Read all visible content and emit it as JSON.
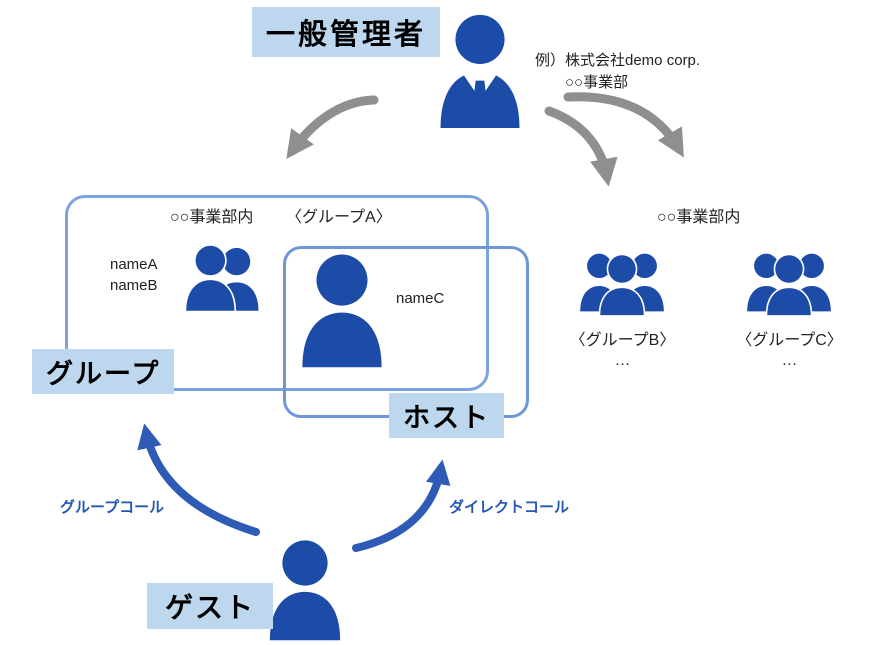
{
  "admin": {
    "label": "一般管理者",
    "note": [
      "例）株式会社demo corp.",
      "○○事業部"
    ]
  },
  "group_a": {
    "division": "○○事業部内",
    "name": "〈グループA〉",
    "members": [
      "nameA",
      "nameB"
    ],
    "host_name": "nameC",
    "group_badge": "グループ",
    "host_badge": "ホスト"
  },
  "other_groups": {
    "division": "○○事業部内",
    "items": [
      {
        "name": "〈グループB〉",
        "more": "…"
      },
      {
        "name": "〈グループC〉",
        "more": "…"
      }
    ]
  },
  "guest": {
    "badge": "ゲスト",
    "group_call_label": "グループコール",
    "direct_call_label": "ダイレクトコール"
  },
  "colors": {
    "person_icon_blue": "#1c4ba8",
    "badge_background": "#bdd7ee",
    "box_border_blue": "#7da3de",
    "arrow_gray": "#8f8f8f",
    "arrow_blue": "#2d5bb5",
    "call_label_blue": "#2456b4"
  }
}
